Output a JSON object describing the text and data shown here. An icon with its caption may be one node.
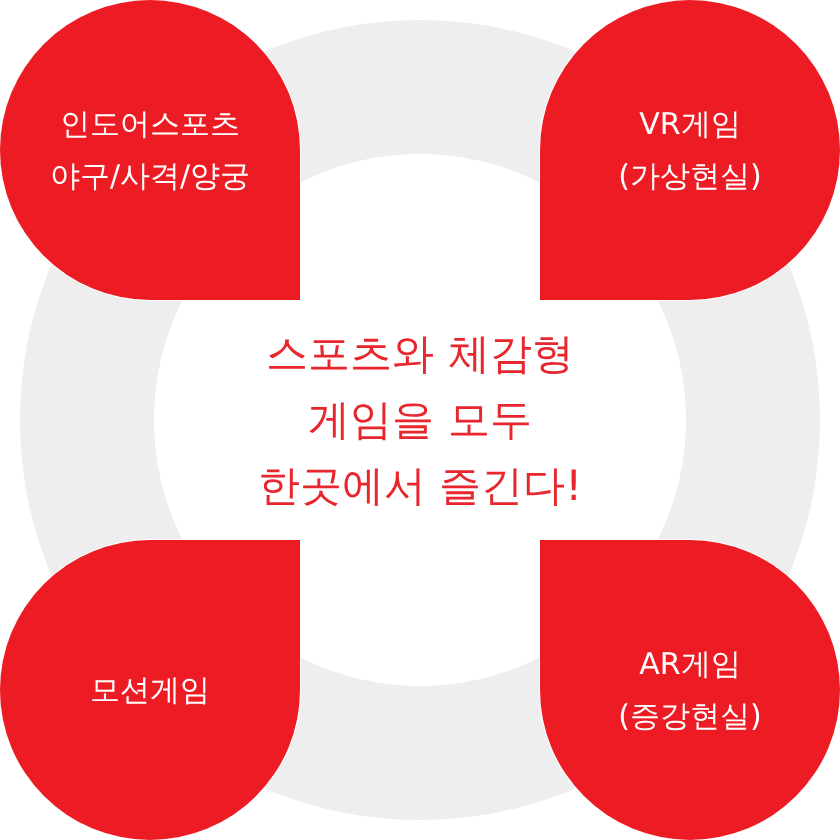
{
  "diagram": {
    "nodes": [
      {
        "text": [
          "인도어스포츠",
          "야구/사격/양궁"
        ]
      },
      {
        "text": [
          "VR게임",
          "(가상현실)"
        ]
      },
      {
        "text": [
          "스포츠와 체감형 게임을 모두 한곳에서 즐긴다!"
        ]
      },
      {
        "text": [
          "모션게임"
        ]
      },
      {
        "text": [
          "AR게임",
          "(증강현실)"
        ]
      }
    ]
  }
}
